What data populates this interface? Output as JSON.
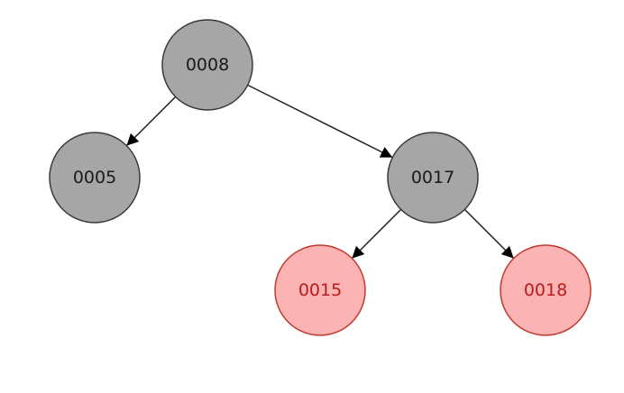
{
  "tree": {
    "colors": {
      "black_fill": "#a6a6a6",
      "black_stroke": "#3a3a3a",
      "black_text": "#1a1a1a",
      "red_fill": "#fbb3b3",
      "red_stroke": "#c0392b",
      "red_text": "#b81c1c",
      "edge": "#222222"
    },
    "nodes": [
      {
        "id": "n8",
        "label": "0008",
        "color": "black"
      },
      {
        "id": "n5",
        "label": "0005",
        "color": "black"
      },
      {
        "id": "n17",
        "label": "0017",
        "color": "black"
      },
      {
        "id": "n15",
        "label": "0015",
        "color": "red"
      },
      {
        "id": "n18",
        "label": "0018",
        "color": "red"
      }
    ],
    "edges": [
      {
        "from": "n8",
        "to": "n5"
      },
      {
        "from": "n8",
        "to": "n17"
      },
      {
        "from": "n17",
        "to": "n15"
      },
      {
        "from": "n17",
        "to": "n18"
      }
    ]
  }
}
